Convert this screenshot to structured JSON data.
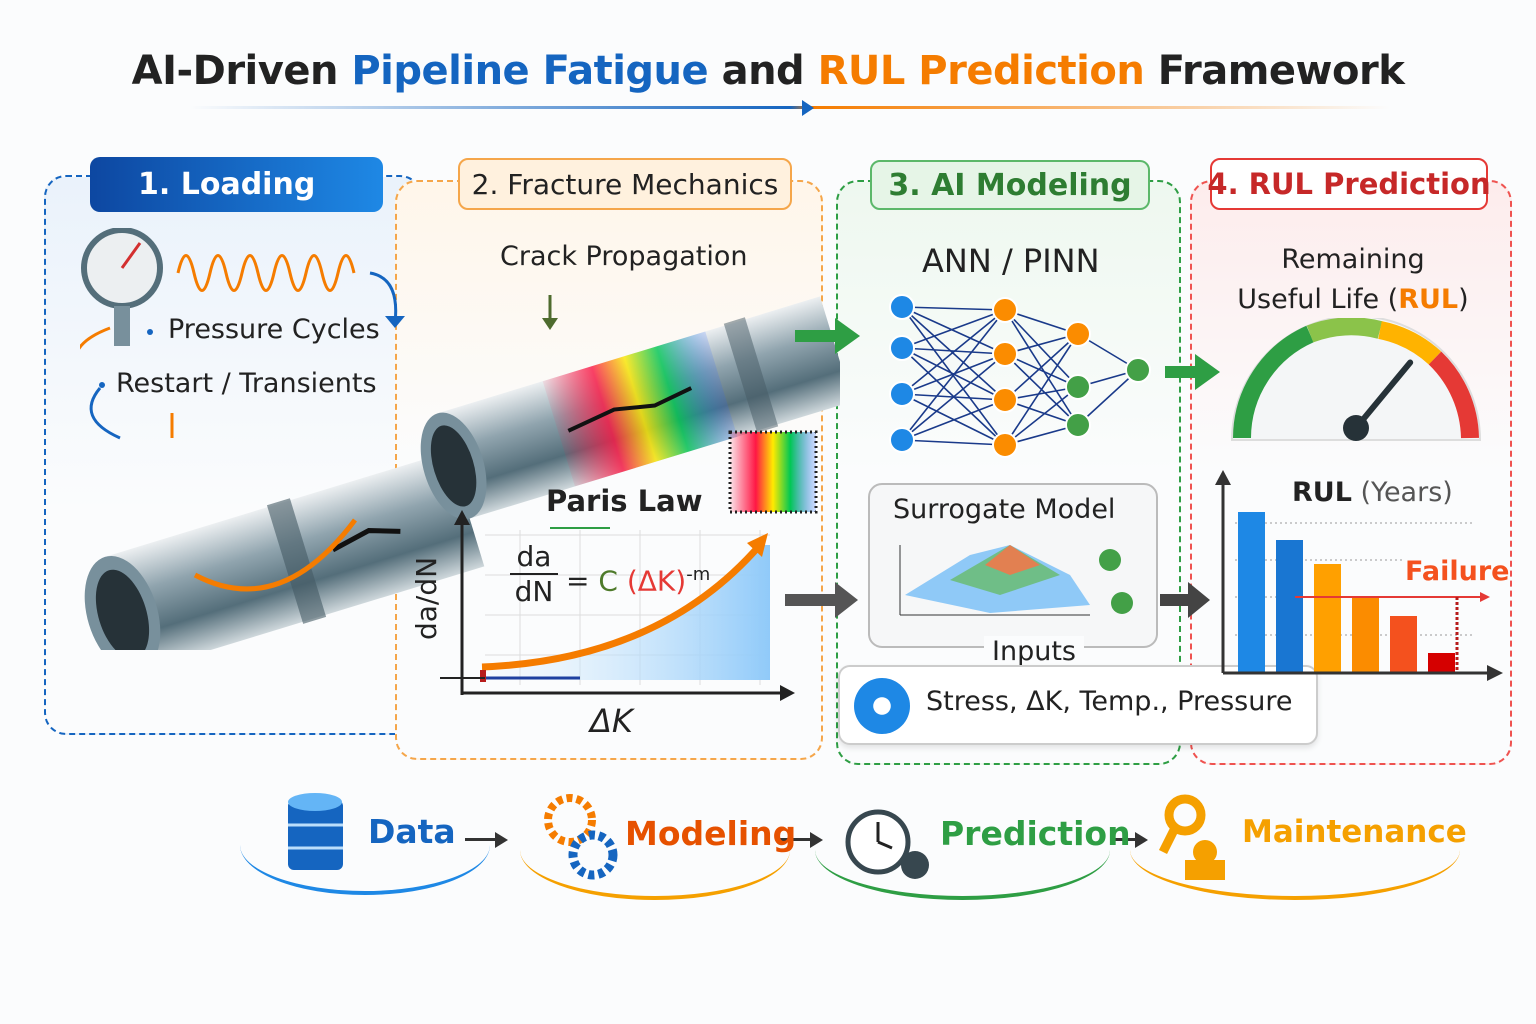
{
  "title": {
    "part1": "AI-Driven ",
    "part2": "Pipeline Fatigue",
    "part3": " and ",
    "part4": "RUL Prediction",
    "part5": " Framework"
  },
  "panels": {
    "loading": {
      "number": "1.",
      "title": "Loading",
      "pressure_cycles": "Pressure Cycles",
      "restart": "Restart / Transients",
      "color": "#1565c0"
    },
    "fracture": {
      "title": "2. Fracture Mechanics",
      "crack": "Crack Propagation",
      "paris_law": "Paris Law",
      "ylabel": "da/dN",
      "xlabel": "ΔK",
      "eq_num": "da",
      "eq_den": "dN",
      "eq_eq": "=",
      "eq_c": "C",
      "eq_dk": "(ΔK)",
      "eq_exp": "-m",
      "color": "#f57c00"
    },
    "ai": {
      "title": "3. AI Modeling",
      "nn": "ANN / PINN",
      "surrogate": "Surrogate Model",
      "inputs_label": "Inputs",
      "inputs": "Stress, ΔK, Temp., Pressure",
      "color": "#2e9e44"
    },
    "rul": {
      "title": "4. RUL Prediction",
      "remaining1": "Remaining",
      "remaining2": "Useful Life (",
      "rul_word": "RUL",
      "remaining3": ")",
      "chart_title_a": "RUL",
      "chart_title_b": " (Years)",
      "failure": "Failure",
      "color": "#e53935"
    }
  },
  "chart_data": {
    "type": "bar",
    "title": "RUL (Years)",
    "values": [
      161,
      133,
      109,
      77,
      57,
      20
    ],
    "colors": [
      "#1e88e5",
      "#1976d2",
      "#ffa000",
      "#fb8c00",
      "#f4511e",
      "#d50000"
    ],
    "annotation": "Failure",
    "grid": true
  },
  "gauge": {
    "level": 0.72
  },
  "flow": [
    {
      "label": "Data",
      "color": "#1565c0",
      "icon": "database-icon"
    },
    {
      "label": "Modeling",
      "color": "#e65100",
      "icon": "gears-icon"
    },
    {
      "label": "Prediction",
      "color": "#2e9e44",
      "icon": "clock-icon"
    },
    {
      "label": "Maintenance",
      "color": "#f5a000",
      "icon": "wrench-icon"
    }
  ]
}
